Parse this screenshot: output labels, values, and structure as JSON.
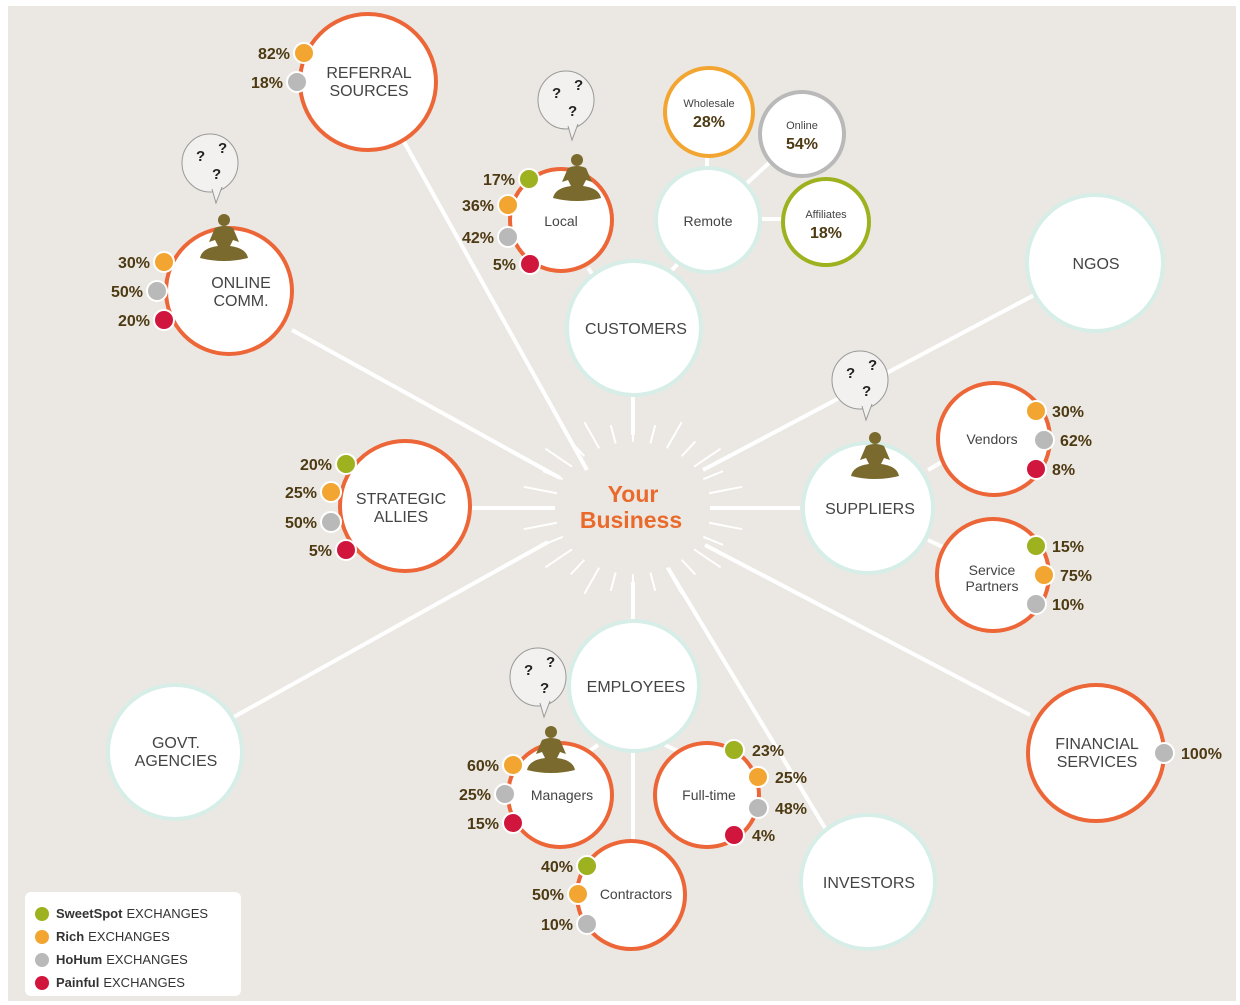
{
  "colors": {
    "sweetspot": "#9eb11f",
    "rich": "#f2a531",
    "hohum": "#b9b9b9",
    "painful": "#d0163d",
    "ring_orange": "#ec6638",
    "ring_mint": "#d6eee7",
    "center_text": "#ea6a2c",
    "percent_text": "#4d3a12",
    "figure": "#7a6a2d"
  },
  "center": {
    "line1": "Your",
    "line2": "Business"
  },
  "nodes": {
    "customers": "CUSTOMERS",
    "suppliers": "SUPPLIERS",
    "employees": "EMPLOYEES",
    "investors": "INVESTORS",
    "ngos": "NGOS",
    "govt": [
      "GOVT.",
      "AGENCIES"
    ],
    "financial": [
      "FINANCIAL",
      "SERVICES"
    ],
    "strategic": [
      "STRATEGIC",
      "ALLIES"
    ],
    "online_comm": [
      "ONLINE",
      "COMM."
    ],
    "referral": [
      "REFERRAL",
      "SOURCES"
    ],
    "local": "Local",
    "remote": "Remote",
    "wholesale": {
      "label": "Wholesale",
      "value": "28%"
    },
    "online": {
      "label": "Online",
      "value": "54%"
    },
    "affiliates": {
      "label": "Affiliates",
      "value": "18%"
    },
    "vendors": "Vendors",
    "service_partners": [
      "Service",
      "Partners"
    ],
    "managers": "Managers",
    "fulltime": "Full-time",
    "contractors": "Contractors"
  },
  "percentages": {
    "referral": [
      "82%",
      "18%"
    ],
    "online_comm": [
      "30%",
      "50%",
      "20%"
    ],
    "local": [
      "17%",
      "36%",
      "42%",
      "5%"
    ],
    "strategic": [
      "20%",
      "25%",
      "50%",
      "5%"
    ],
    "vendors": [
      "30%",
      "62%",
      "8%"
    ],
    "service_partners": [
      "15%",
      "75%",
      "10%"
    ],
    "financial": [
      "100%"
    ],
    "managers": [
      "60%",
      "25%",
      "15%"
    ],
    "fulltime": [
      "23%",
      "25%",
      "48%",
      "4%"
    ],
    "contractors": [
      "40%",
      "50%",
      "10%"
    ]
  },
  "legend": [
    {
      "name": "SweetSpot",
      "suffix": "EXCHANGES",
      "color": "#9eb11f"
    },
    {
      "name": "Rich",
      "suffix": "EXCHANGES",
      "color": "#f2a531"
    },
    {
      "name": "HoHum",
      "suffix": "EXCHANGES",
      "color": "#b9b9b9"
    },
    {
      "name": "Painful",
      "suffix": "EXCHANGES",
      "color": "#d0163d"
    }
  ],
  "bubble_marks": "? ? ?"
}
